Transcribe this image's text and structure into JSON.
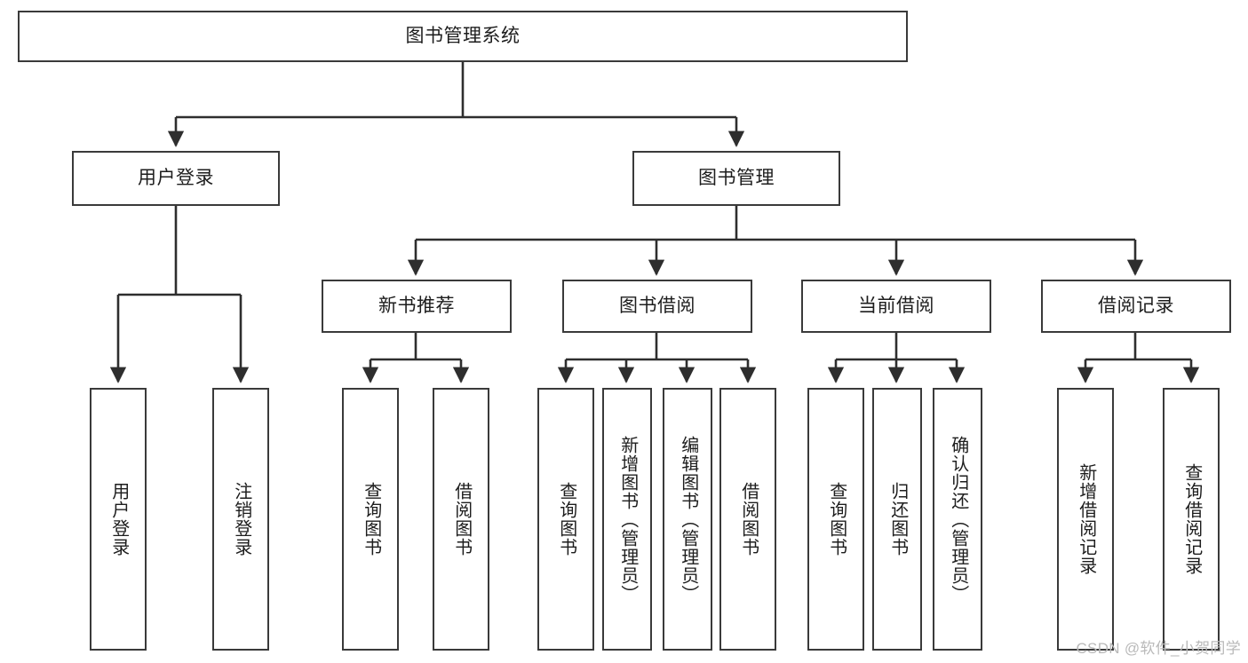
{
  "title": "图书管理系统",
  "diagram": {
    "type": "tree-hierarchy",
    "orientation": "top-down",
    "watermark": "CSDN @软件_小贺同学",
    "colors": {
      "box_border": "#3a3a3a",
      "box_fill": "#ffffff",
      "edge": "#2e2e2e",
      "text": "#1d1d1d",
      "watermark": "#b9b9b9"
    },
    "nodes": {
      "root": {
        "label": "图书管理系统"
      },
      "level2": [
        {
          "label": "用户登录"
        },
        {
          "label": "图书管理"
        }
      ],
      "level3": [
        {
          "label": "新书推荐"
        },
        {
          "label": "图书借阅"
        },
        {
          "label": "当前借阅"
        },
        {
          "label": "借阅记录"
        }
      ],
      "leaves": {
        "user_login": [
          {
            "label": "用户登录"
          },
          {
            "label": "注销登录"
          }
        ],
        "new_book": [
          {
            "label": "查询图书"
          },
          {
            "label": "借阅图书"
          }
        ],
        "book_borrow": [
          {
            "label": "查询图书"
          },
          {
            "label": "新增图书（管理员）"
          },
          {
            "label": "编辑图书（管理员）"
          },
          {
            "label": "借阅图书"
          }
        ],
        "current_borrow": [
          {
            "label": "查询图书"
          },
          {
            "label": "归还图书"
          },
          {
            "label": "确认归还（管理员）"
          }
        ],
        "borrow_record": [
          {
            "label": "新增借阅记录"
          },
          {
            "label": "查询借阅记录"
          }
        ]
      }
    }
  }
}
